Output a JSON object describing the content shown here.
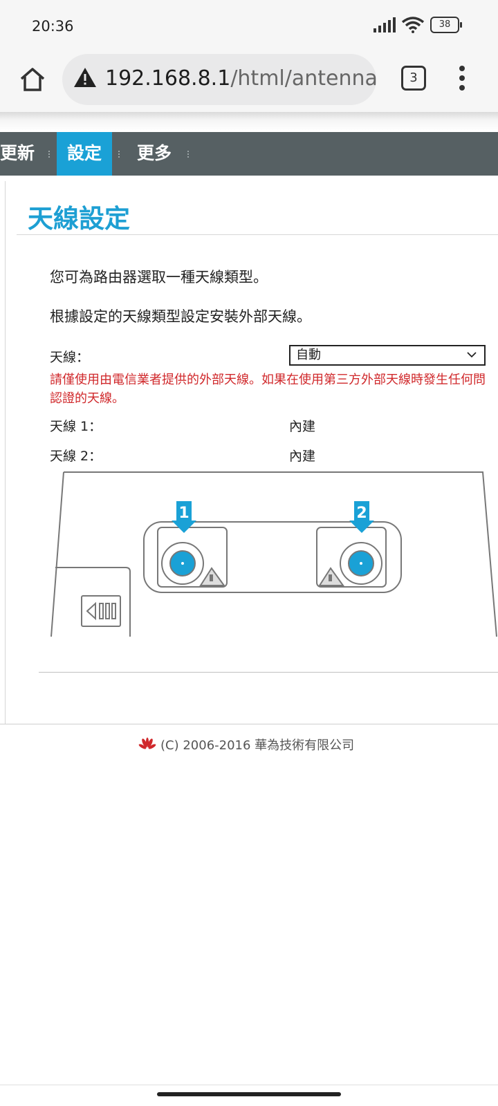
{
  "status_bar": {
    "time": "20:36",
    "battery": "38",
    "icons": [
      "signal-icon",
      "wifi-icon",
      "battery-icon"
    ]
  },
  "browser": {
    "url_host": "192.168.8.1",
    "url_path": "/html/antenna.h",
    "tab_count": "3",
    "icons": [
      "home-icon",
      "warning-icon",
      "tabs-icon",
      "more-vert-icon"
    ]
  },
  "nav": {
    "items": [
      {
        "label": "更新"
      },
      {
        "label": "設定",
        "active": true
      },
      {
        "label": "更多"
      }
    ]
  },
  "page": {
    "title": "天線設定",
    "intro1": "您可為路由器選取一種天線類型。",
    "intro2": "根據設定的天線類型設定安裝外部天線。",
    "antenna_label": "天線：",
    "antenna_select_value": "自動",
    "warning_line1": "請僅使用由電信業者提供的外部天線。如果在使用第三方外部天線時發生任何問",
    "warning_line2": "認證的天線。",
    "antenna1_label": "天線 1：",
    "antenna1_value": "內建",
    "antenna2_label": "天線 2：",
    "antenna2_value": "內建",
    "diagram_port1": "1",
    "diagram_port2": "2"
  },
  "footer": {
    "copyright": "(C) 2006-2016 華為技術有限公司"
  },
  "colors": {
    "nav_bg": "#566063",
    "accent": "#1aa1d6",
    "title": "#1d9fd3",
    "warning": "#d0282b"
  }
}
